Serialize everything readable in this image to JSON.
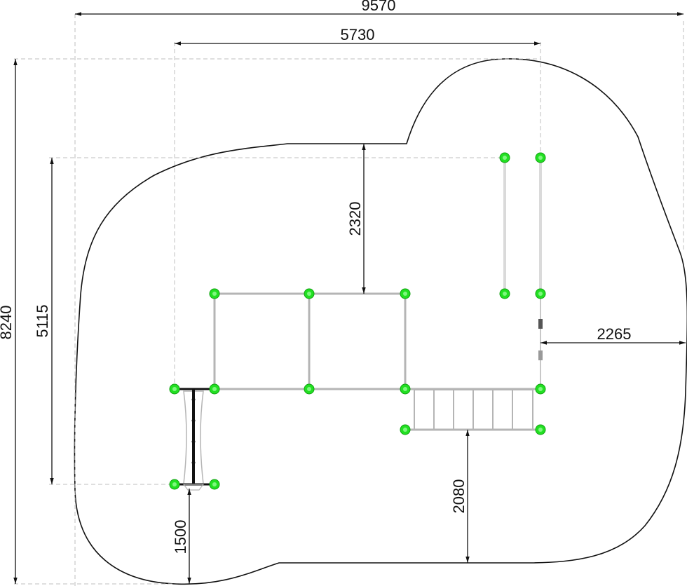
{
  "dimensions": {
    "overall_width": "9570",
    "equipment_width": "5730",
    "overall_height": "8240",
    "equipment_height": "5115",
    "clearance_top": "2320",
    "clearance_right": "2265",
    "clearance_bottom": "2080",
    "clearance_bottom_left": "1500"
  },
  "colors": {
    "post": "#22e022",
    "outline": "#111111",
    "guide": "#bfbfbf"
  }
}
